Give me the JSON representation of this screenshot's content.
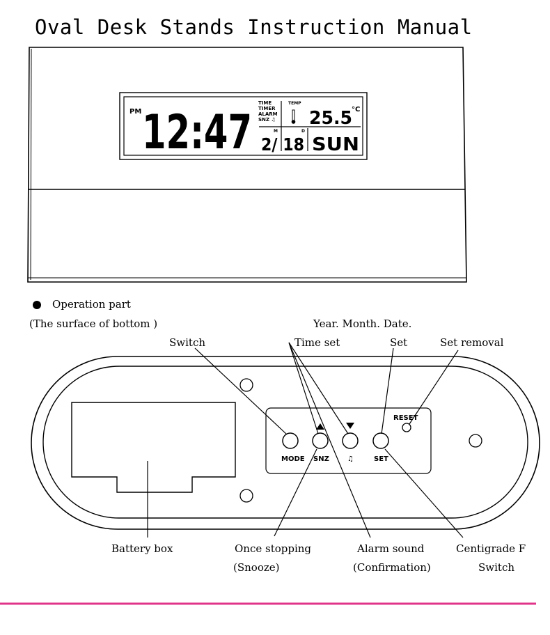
{
  "title": "Oval Desk Stands Instruction Manual",
  "display": {
    "pm": "PM",
    "time": "12:47",
    "mode_labels": [
      "TIME",
      "TIMER",
      "ALARM",
      "SNZ ♫"
    ],
    "temp_label": "TEMP",
    "temperature": "25.5",
    "temp_unit": "°C",
    "month_marker": "M",
    "date_marker": "D",
    "date": "2/ 18",
    "weekday": "SUN"
  },
  "section": {
    "bullet_label": "Operation part",
    "subtitle": "(The surface of bottom )"
  },
  "callouts_top": {
    "year_month_date": "Year.  Month.  Date.",
    "switch": "Switch",
    "time_set": "Time set",
    "set": "Set",
    "set_removal": "Set removal"
  },
  "buttons": {
    "mode": "MODE",
    "snz": "SNZ",
    "alarm": "♫",
    "set": "SET",
    "reset": "RESET"
  },
  "callouts_bottom": {
    "battery_box": "Battery box",
    "once_stopping": "Once stopping",
    "snooze": "(Snooze)",
    "alarm_sound": "Alarm sound",
    "confirmation": "(Confirmation)",
    "centigrade": "Centigrade F",
    "switch": "Switch"
  },
  "colors": {
    "footer_rule": "#e0338a",
    "lcd_background": "#ffffff",
    "line": "#000000"
  }
}
